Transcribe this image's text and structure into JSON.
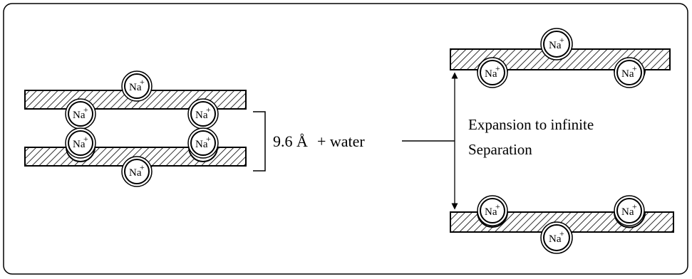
{
  "diagram": {
    "ion_label": "Na",
    "ion_charge": "+",
    "spacing_label": "9.6 Å",
    "reagent_label": "+ water",
    "result_line1": "Expansion to infinite",
    "result_line2": "Separation",
    "colors": {
      "stroke": "#000000",
      "hatch_bg": "#ffffff",
      "background": "#ffffff"
    }
  }
}
